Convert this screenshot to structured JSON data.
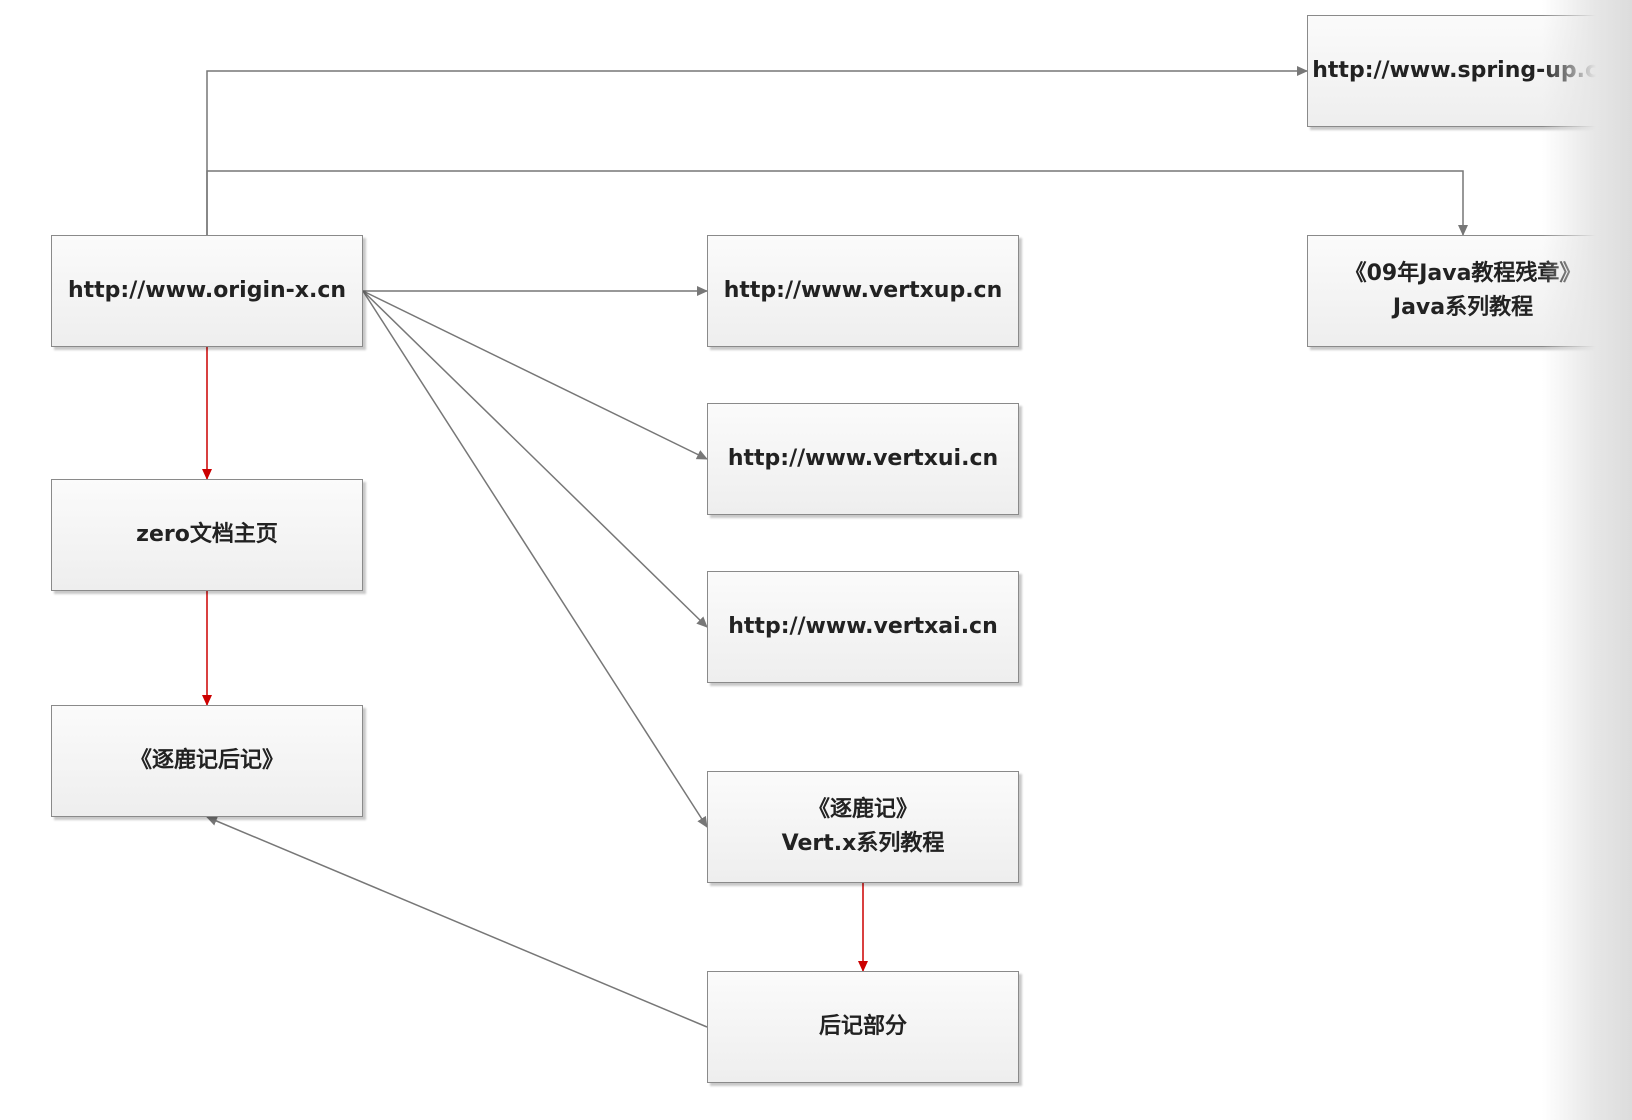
{
  "nodes": {
    "origin": "http://www.origin-x.cn",
    "zero": "zero文档主页",
    "houji": "《逐鹿记后记》",
    "vertxup": "http://www.vertxup.cn",
    "vertxui": "http://www.vertxui.cn",
    "vertxai": "http://www.vertxai.cn",
    "zhulu": [
      "《逐鹿记》",
      "Vert.x系列教程"
    ],
    "houjibufen": "后记部分",
    "springup": "http://www.spring-up.cn",
    "java09": [
      "《09年Java教程残章》",
      "Java系列教程"
    ]
  },
  "edges": [
    {
      "from": "origin",
      "to": "springup",
      "color": "#777777"
    },
    {
      "from": "origin",
      "to": "java09",
      "color": "#777777"
    },
    {
      "from": "origin",
      "to": "vertxup",
      "color": "#777777"
    },
    {
      "from": "origin",
      "to": "vertxui",
      "color": "#777777"
    },
    {
      "from": "origin",
      "to": "vertxai",
      "color": "#777777"
    },
    {
      "from": "origin",
      "to": "zhulu",
      "color": "#777777"
    },
    {
      "from": "origin",
      "to": "zero",
      "color": "#cc0000"
    },
    {
      "from": "zero",
      "to": "houji",
      "color": "#cc0000"
    },
    {
      "from": "zhulu",
      "to": "houjibufen",
      "color": "#cc0000"
    },
    {
      "from": "houjibufen",
      "to": "houji",
      "color": "#777777"
    }
  ]
}
